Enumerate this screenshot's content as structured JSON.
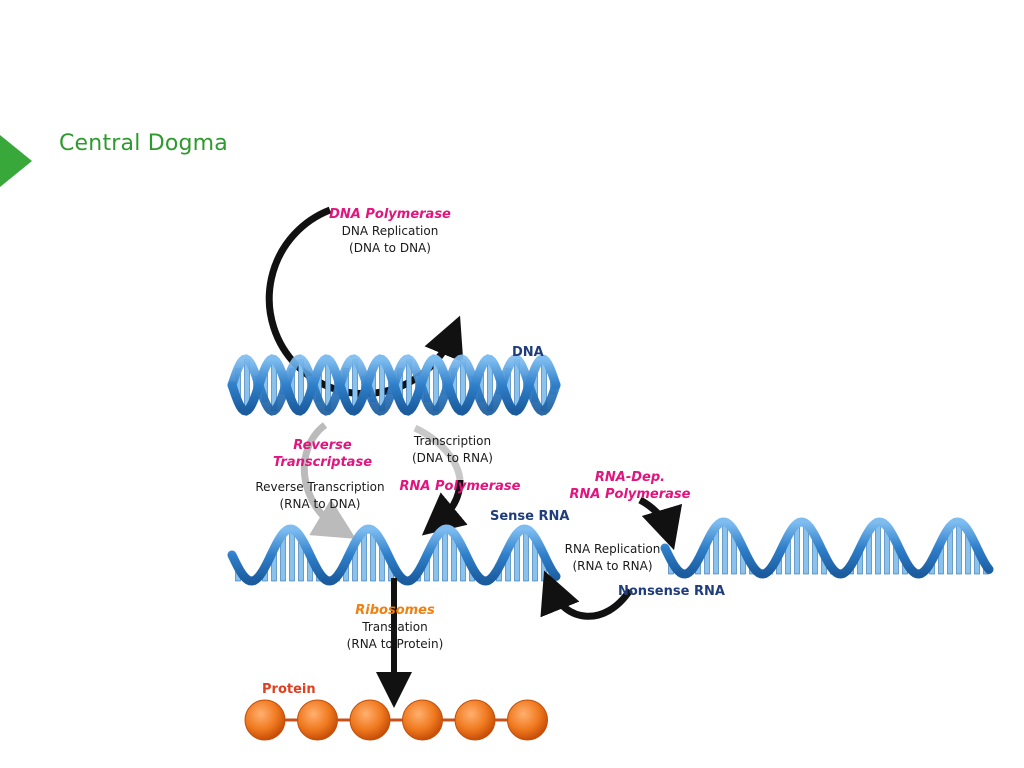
{
  "title": "Central Dogma",
  "colors": {
    "title": "#2e9a2e",
    "bullet": "#38a83a",
    "enzyme": "#e0157d",
    "molecule": "#1f3d7a",
    "ribosomes": "#f08010",
    "protein": "#e04020",
    "helix": "#3a86cc",
    "bead": "#f07a20"
  },
  "dna_replication": {
    "enzyme": "DNA Polymerase",
    "process": "DNA Replication",
    "direction": "(DNA to DNA)"
  },
  "dna_label": "DNA",
  "reverse_transcription": {
    "enzyme_line1": "Reverse",
    "enzyme_line2": "Transcriptase",
    "process": "Reverse Transcription",
    "direction": "(RNA to DNA)"
  },
  "transcription": {
    "process": "Transcription",
    "direction": "(DNA to RNA)",
    "enzyme": "RNA Polymerase"
  },
  "rna_replication": {
    "enzyme_line1": "RNA-Dep.",
    "enzyme_line2": "RNA Polymerase",
    "process": "RNA Replication",
    "direction": "(RNA to RNA)"
  },
  "sense_rna_label": "Sense RNA",
  "nonsense_rna_label": "Nonsense RNA",
  "translation": {
    "enzyme": "Ribosomes",
    "process": "Translation",
    "direction": "(RNA to Protein)"
  },
  "protein_label": "Protein",
  "protein_bead_count": 6
}
